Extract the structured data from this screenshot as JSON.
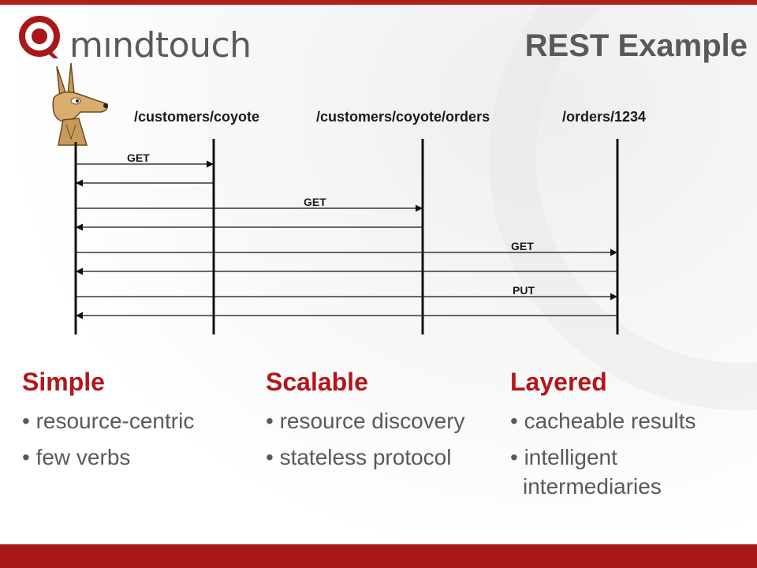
{
  "slide": {
    "brand": "mındtouch",
    "title": "REST Example",
    "logo_icon": "mindtouch-logo-icon",
    "mascot_icon": "coyote-illustration"
  },
  "diagram": {
    "endpoints": [
      "/customers/coyote",
      "/customers/coyote/orders",
      "/orders/1234"
    ],
    "messages": [
      {
        "label": "GET",
        "to": 0
      },
      {
        "label": "",
        "from": 0
      },
      {
        "label": "GET",
        "to": 1
      },
      {
        "label": "",
        "from": 1
      },
      {
        "label": "GET",
        "to": 2
      },
      {
        "label": "",
        "from": 2
      },
      {
        "label": "PUT",
        "to": 2
      },
      {
        "label": "",
        "from": 2
      }
    ]
  },
  "columns": [
    {
      "heading": "Simple",
      "bullets": [
        "• resource-centric",
        "• few verbs"
      ]
    },
    {
      "heading": "Scalable",
      "bullets": [
        "• resource discovery",
        "• stateless protocol"
      ]
    },
    {
      "heading": "Layered",
      "bullets": [
        "• cacheable results",
        "• intelligent",
        "intermediaries"
      ]
    }
  ],
  "colors": {
    "accent_red": "#b3161a",
    "bar_red": "#a81818",
    "text_gray": "#595959"
  }
}
